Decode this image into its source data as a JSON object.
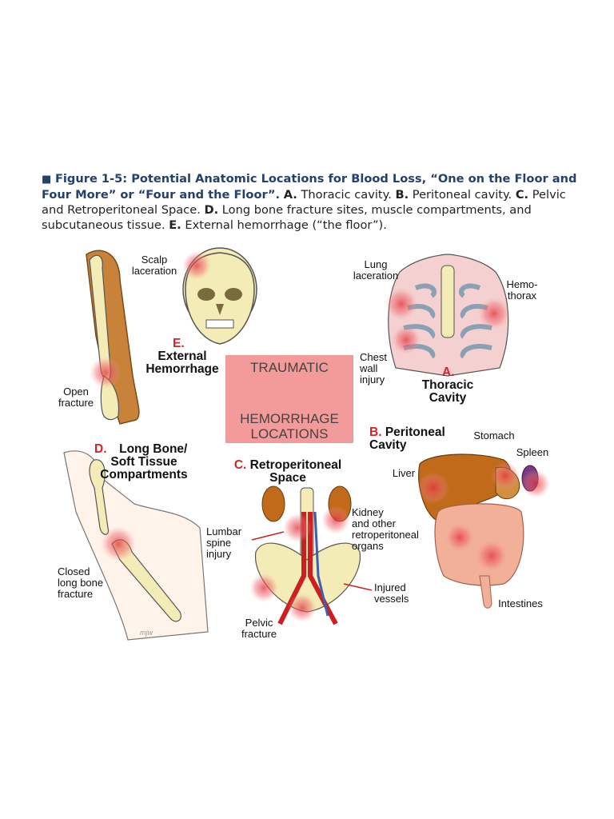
{
  "caption": {
    "bullet": "■",
    "figure_title": "Figure 1-5: Potential Anatomic Locations for Blood Loss, “One on the Floor and Four More” or “Four and the Floor”.",
    "a_letter": "A.",
    "a_text": "Thoracic cavity.",
    "b_letter": "B.",
    "b_text": "Peritoneal cavity.",
    "c_letter": "C.",
    "c_text": "Pelvic and Retroperitoneal Space.",
    "d_letter": "D.",
    "d_text": "Long bone fracture sites, muscle compartments, and subcutaneous tissue.",
    "e_letter": "E.",
    "e_text": "External hemorrhage (“the floor”)."
  },
  "center": {
    "line1": "TRAUMATIC",
    "line2": "HEMORRHAGE",
    "line3": "LOCATIONS"
  },
  "panel_e": {
    "letter": "E.",
    "title": "External\nHemorrhage",
    "scalp_label": "Scalp\nlaceration",
    "open_label": "Open\nfracture"
  },
  "panel_a": {
    "letter": "A.",
    "title": "Thoracic\nCavity",
    "lung_label": "Lung\nlaceration",
    "hemo_label": "Hemo-\nthorax",
    "chest_label": "Chest\nwall\ninjury"
  },
  "panel_d": {
    "letter": "D.",
    "title": "Long Bone/\nSoft Tissue\nCompartments",
    "closed_label": "Closed\nlong bone\nfracture",
    "signature": "mjw"
  },
  "panel_c": {
    "letter": "C.",
    "title": "Retroperitoneal\nSpace",
    "kidney_label": "Kidney\nand other\nretroperitoneal\norgans",
    "lumbar_label": "Lumbar\nspine\ninjury",
    "vessels_label": "Injured\nvessels",
    "pelvic_label": "Pelvic\nfracture"
  },
  "panel_b": {
    "letter": "B.",
    "title": "Peritoneal\nCavity",
    "stomach_label": "Stomach",
    "spleen_label": "Spleen",
    "liver_label": "Liver",
    "intestines_label": "Intestines"
  },
  "colors": {
    "accent_red": "#d1232a",
    "caption_blue": "#23406f",
    "center_pink": "#f39a9a",
    "bone": "#f3ecb6"
  }
}
